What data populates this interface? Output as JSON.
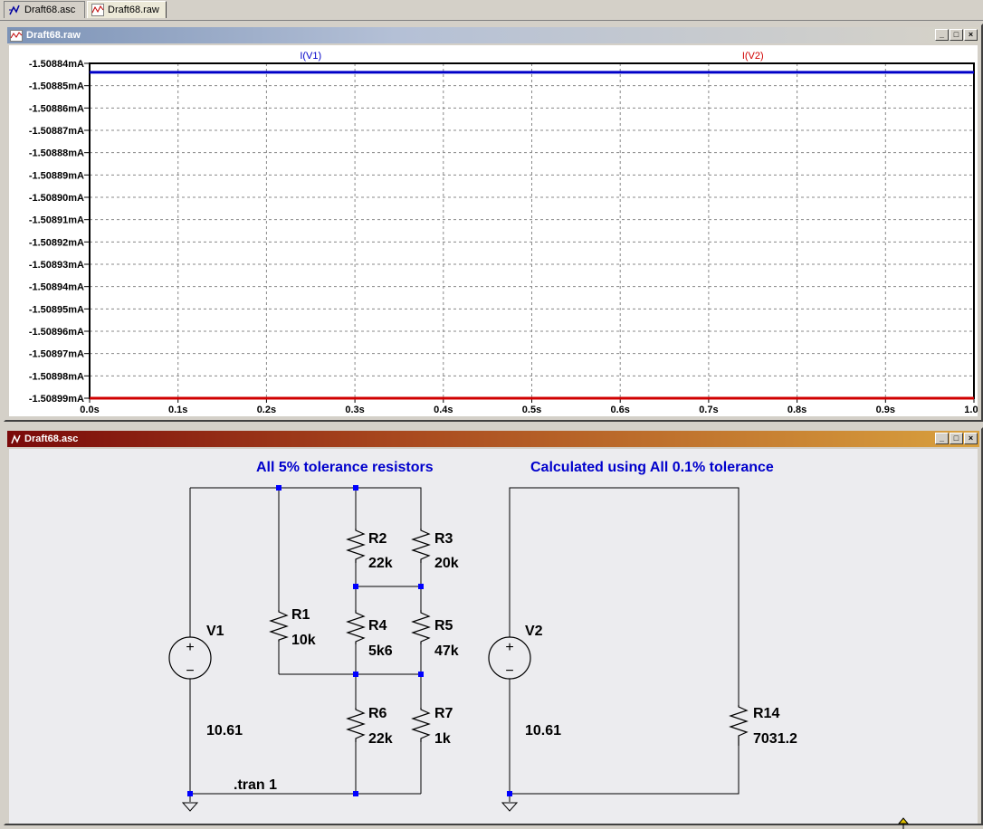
{
  "tabs": [
    {
      "label": "Draft68.asc",
      "icon": "schematic-icon"
    },
    {
      "label": "Draft68.raw",
      "icon": "waveform-icon"
    }
  ],
  "waveform_window": {
    "title": "Draft68.raw",
    "trace_labels": [
      "I(V1)",
      "I(V2)"
    ],
    "trace_colors": {
      "I(V1)": "#0000c8",
      "I(V2)": "#d00000"
    }
  },
  "schematic_window": {
    "title": "Draft68.asc",
    "comment_left": "All 5% tolerance resistors",
    "comment_right": "Calculated using All 0.1% tolerance",
    "directive": ".tran 1",
    "components": [
      {
        "name": "V1",
        "value": "10.61"
      },
      {
        "name": "V2",
        "value": "10.61"
      },
      {
        "name": "R1",
        "value": "10k"
      },
      {
        "name": "R2",
        "value": "22k"
      },
      {
        "name": "R3",
        "value": "20k"
      },
      {
        "name": "R4",
        "value": "5k6"
      },
      {
        "name": "R5",
        "value": "47k"
      },
      {
        "name": "R6",
        "value": "22k"
      },
      {
        "name": "R7",
        "value": "1k"
      },
      {
        "name": "R14",
        "value": "7031.2"
      }
    ]
  },
  "window_buttons": {
    "minimize": "_",
    "restore": "□",
    "close": "×"
  },
  "chart_data": {
    "type": "line",
    "x_ticks": [
      "0.0s",
      "0.1s",
      "0.2s",
      "0.3s",
      "0.4s",
      "0.5s",
      "0.6s",
      "0.7s",
      "0.8s",
      "0.9s",
      "1.0s"
    ],
    "y_ticks": [
      "-1.50884mA",
      "-1.50885mA",
      "-1.50886mA",
      "-1.50887mA",
      "-1.50888mA",
      "-1.50889mA",
      "-1.50890mA",
      "-1.50891mA",
      "-1.50892mA",
      "-1.50893mA",
      "-1.50894mA",
      "-1.50895mA",
      "-1.50896mA",
      "-1.50897mA",
      "-1.50898mA",
      "-1.50899mA"
    ],
    "xlim": [
      0,
      1.0
    ],
    "ylim": [
      -1.50884,
      -1.50899
    ],
    "grid": true,
    "series": [
      {
        "name": "I(V1)",
        "color": "#0000c8",
        "x": [
          0,
          1.0
        ],
        "y": [
          -1.508844,
          -1.508844
        ]
      },
      {
        "name": "I(V2)",
        "color": "#d00000",
        "x": [
          0,
          1.0
        ],
        "y": [
          -1.50899,
          -1.50899
        ]
      }
    ]
  }
}
